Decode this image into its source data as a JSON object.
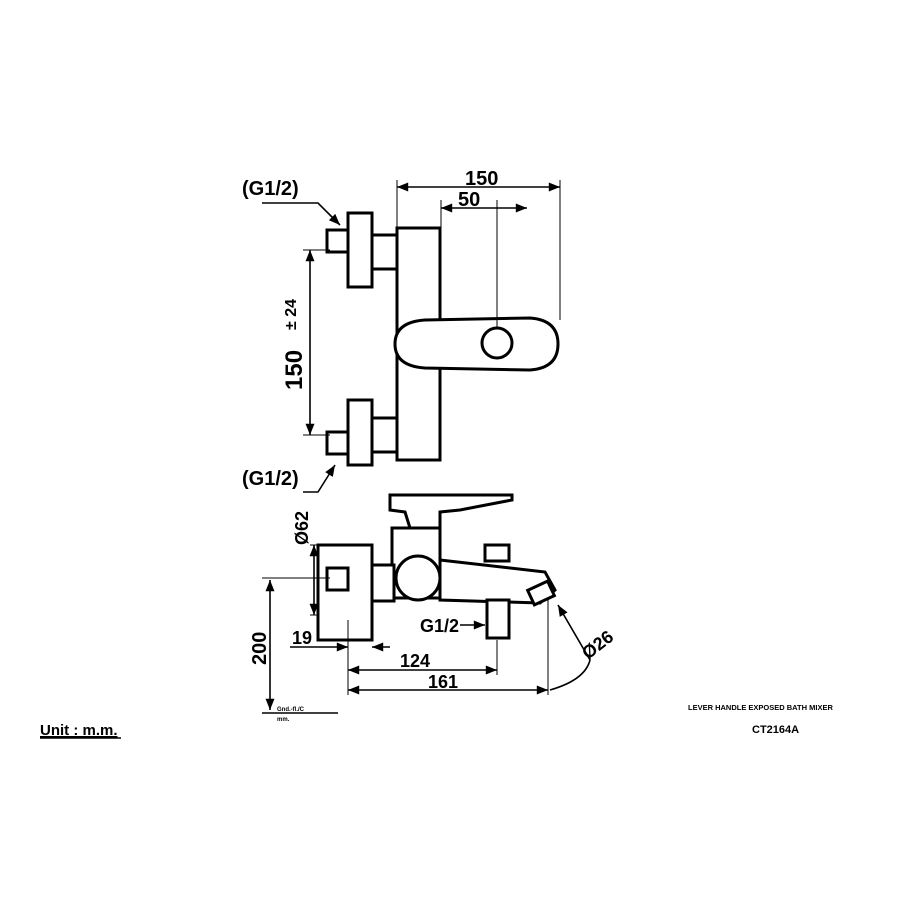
{
  "top_view": {
    "inlet_top_label": "(G1/2)",
    "inlet_bottom_label": "(G1/2)",
    "dim_overall_width": "150",
    "dim_handle_offset": "50",
    "dim_inlet_spacing": "150",
    "dim_inlet_tolerance": "± 24"
  },
  "side_view": {
    "dim_flange_dia": "Ø62",
    "dim_height": "200",
    "dim_19": "19",
    "dim_124": "124",
    "dim_161": "161",
    "dim_outlet_dia": "Ø26",
    "outlet_thread": "G1/2",
    "ground_note": "Gnd.-fl./C",
    "ground_unit": "mm."
  },
  "unit_label": "Unit : m.m.",
  "product_name": "LEVER HANDLE EXPOSED BATH MIXER",
  "model_code": "CT2164A"
}
